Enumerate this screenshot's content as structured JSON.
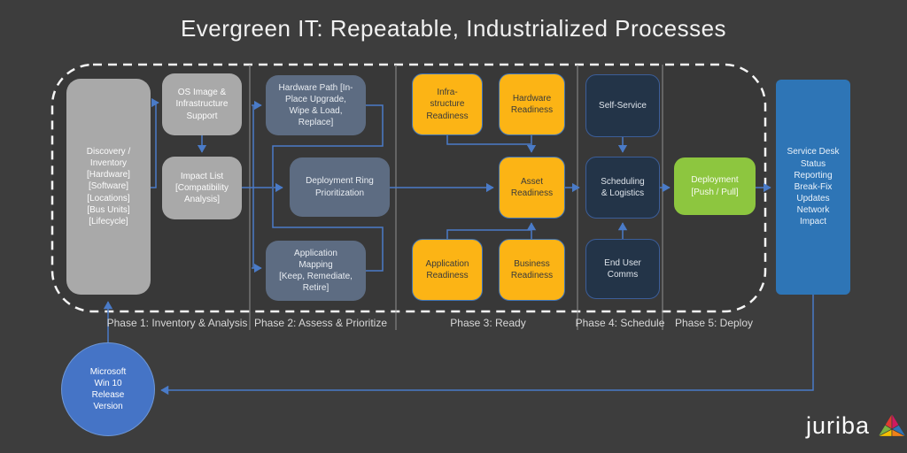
{
  "title": "Evergreen IT: Repeatable, Industrialized Processes",
  "phases": [
    {
      "label": "Phase 1: Inventory & Analysis"
    },
    {
      "label": "Phase 2: Assess & Prioritize"
    },
    {
      "label": "Phase 3: Ready"
    },
    {
      "label": "Phase 4: Schedule"
    },
    {
      "label": "Phase 5: Deploy"
    }
  ],
  "nodes": {
    "discovery": {
      "text": "Discovery /\nInventory\n[Hardware]\n[Software]\n[Locations]\n[Bus Units]\n[Lifecycle]"
    },
    "os_image": {
      "text": "OS Image &\nInfrastructure\nSupport"
    },
    "impact_list": {
      "text": "Impact List\n[Compatibility\nAnalysis]"
    },
    "hardware_path": {
      "text": "Hardware Path [In-\nPlace Upgrade,\nWipe & Load,\nReplace]"
    },
    "deployment_ring": {
      "text": "Deployment Ring\nPrioritization"
    },
    "application_mapping": {
      "text": "Application\nMapping\n[Keep, Remediate,\nRetire]"
    },
    "infrastructure_readiness": {
      "text": "Infra-\nstructure\nReadiness"
    },
    "hardware_readiness": {
      "text": "Hardware\nReadiness"
    },
    "asset_readiness": {
      "text": "Asset\nReadiness"
    },
    "application_readiness": {
      "text": "Application\nReadiness"
    },
    "business_readiness": {
      "text": "Business\nReadiness"
    },
    "self_service": {
      "text": "Self-Service"
    },
    "scheduling_logistics": {
      "text": "Scheduling\n& Logistics"
    },
    "end_user_comms": {
      "text": "End User\nComms"
    },
    "deployment": {
      "text": "Deployment\n[Push / Pull]"
    },
    "service_desk": {
      "text": "Service Desk\nStatus\nReporting\nBreak-Fix\nUpdates\nNetwork\nImpact"
    },
    "ms_release": {
      "text": "Microsoft\nWin 10\nRelease\nVersion"
    }
  },
  "footer": {
    "brand": "juriba"
  },
  "colors": {
    "background": "#3d3d3d",
    "connector_blue": "#4a7bc8",
    "gray_box": "#a9a9a9",
    "slate_box": "#5d6c82",
    "yellow_box": "#fcb415",
    "navy_box": "#233448",
    "navy_border": "#3c5e99",
    "green_box": "#8dc63f",
    "service_desk_blue": "#2e75b6",
    "release_circle_blue": "#4574c6",
    "dashed_border": "#f5f5f5"
  }
}
